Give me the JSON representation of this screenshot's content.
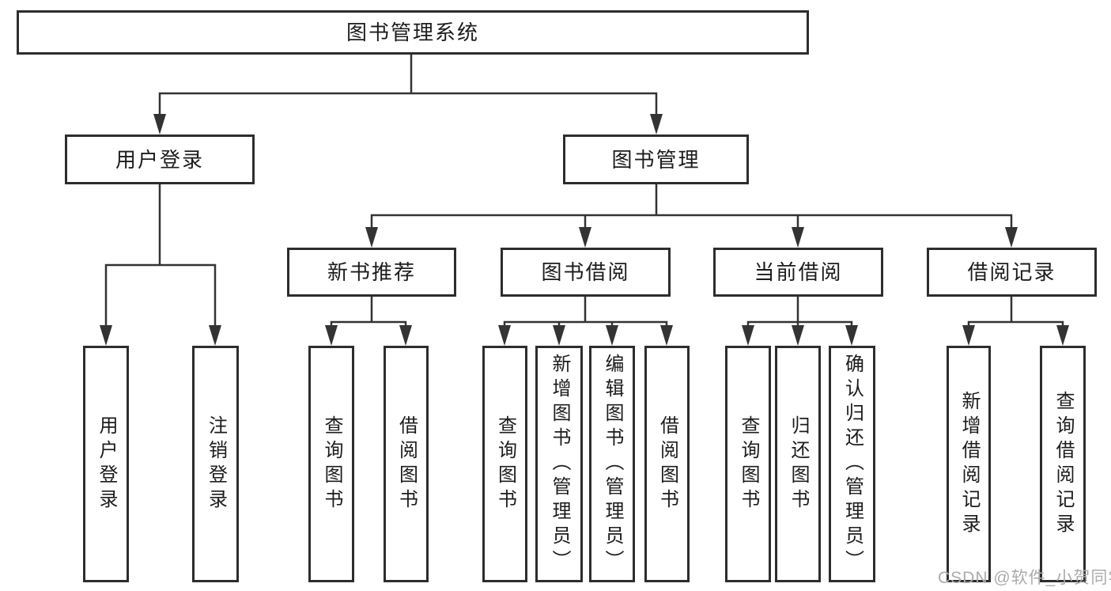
{
  "tree": {
    "label": "图书管理系统",
    "children": [
      {
        "label": "用户登录",
        "children": [
          {
            "label": "用户登录"
          },
          {
            "label": "注销登录"
          }
        ]
      },
      {
        "label": "图书管理",
        "children": [
          {
            "label": "新书推荐",
            "children": [
              {
                "label": "查询图书"
              },
              {
                "label": "借阅图书"
              }
            ]
          },
          {
            "label": "图书借阅",
            "children": [
              {
                "label": "查询图书"
              },
              {
                "label": "新增图书（管理员）"
              },
              {
                "label": "编辑图书（管理员）"
              },
              {
                "label": "借阅图书"
              }
            ]
          },
          {
            "label": "当前借阅",
            "children": [
              {
                "label": "查询图书"
              },
              {
                "label": "归还图书"
              },
              {
                "label": "确认归还（管理员）"
              }
            ]
          },
          {
            "label": "借阅记录",
            "children": [
              {
                "label": "新增借阅记录"
              },
              {
                "label": "查询借阅记录"
              }
            ]
          }
        ]
      }
    ]
  },
  "watermark": "CSDN @软件_小贺同学",
  "colors": {
    "line": "#333333",
    "box_border": "#2d2d2d",
    "text": "#1c1c1c",
    "watermark": "#ababab",
    "background": "#ffffff"
  }
}
